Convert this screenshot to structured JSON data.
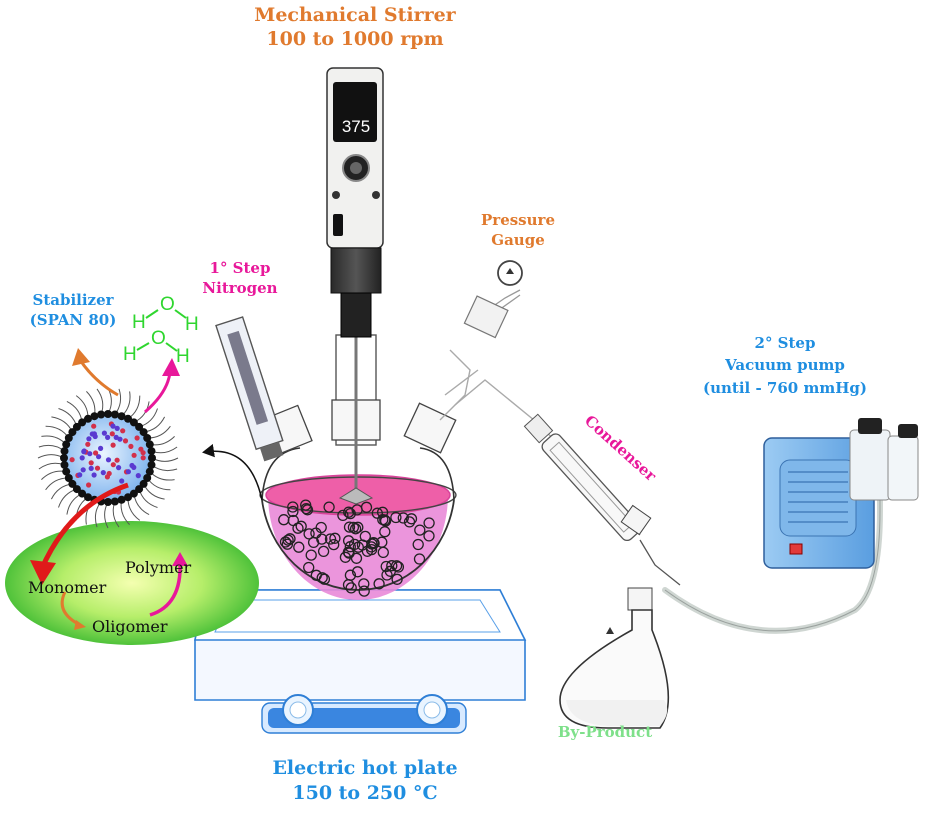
{
  "colors": {
    "orange": "#e07a2e",
    "magenta": "#e8189a",
    "blue": "#1f8ee0",
    "green": "#7ee08a",
    "water_green": "#2fd62f",
    "liquid_pink": "#e98ad8",
    "hotplate_blue": "#4a90d9"
  },
  "labels": {
    "stirrer_title": "Mechanical Stirrer",
    "stirrer_range": "100 to 1000 rpm",
    "pressure_line1": "Pressure",
    "pressure_line2": "Gauge",
    "step1_line1": "1° Step",
    "step1_line2": "Nitrogen",
    "stabilizer_line1": "Stabilizer",
    "stabilizer_line2": "(SPAN 80)",
    "step2_line1": "2° Step",
    "step2_line2": "Vacuum pump",
    "step2_line3": "(until - 760 mmHg)",
    "condenser": "Condenser",
    "byproduct": "By-Product",
    "hotplate_line1": "Electric hot plate",
    "hotplate_line2": "150 to 250 °C",
    "monomer": "Monomer",
    "oligomer": "Oligomer",
    "polymer": "Polymer",
    "stirrer_display": "375",
    "water": {
      "o": "O",
      "h": "H"
    }
  }
}
